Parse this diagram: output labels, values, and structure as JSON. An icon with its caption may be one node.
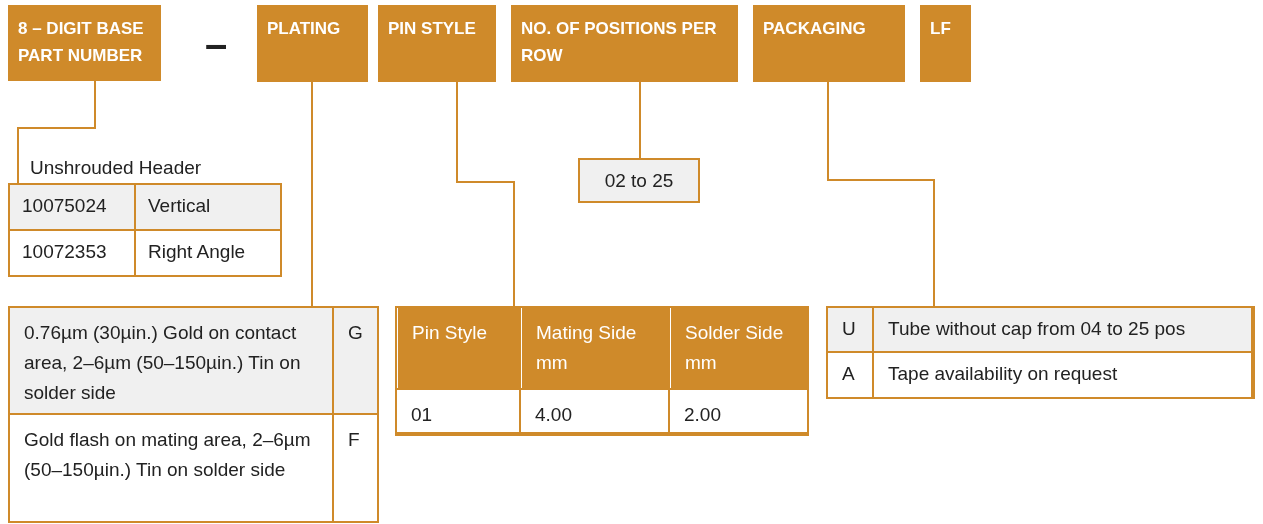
{
  "diagram": {
    "nodes": [
      {
        "text": [
          "8 – DIGIT BASE PART NUMBER"
        ]
      },
      {
        "text": [
          "PLATING"
        ]
      },
      {
        "text": [
          "PIN STYLE"
        ]
      },
      {
        "text": [
          "NO. OF POSITIONS PER ROW"
        ]
      },
      {
        "text": [
          "PACKAGING"
        ]
      },
      {
        "text": [
          "LF"
        ]
      },
      {
        "text": [
          "Unshrouded Header",
          "10075024",
          "Vertical",
          "10072353",
          "Right Angle"
        ]
      },
      {
        "text": [
          "0.76µm (30µin.) Gold on contact area, 2–6µm (50–150µin.) Tin on solder side",
          "G",
          "Gold flash on mating area, 2–6µm (50–150µin.) Tin on solder side",
          "F"
        ]
      },
      {
        "text": [
          "02 to 25"
        ]
      },
      {
        "text": [
          "Pin Style",
          "Mating Side mm",
          "Solder Side mm",
          "01",
          "4.00",
          "2.00"
        ]
      },
      {
        "text": [
          "U",
          "Tube without cap from 04 to 25 pos",
          "A",
          "Tape availability on request"
        ]
      }
    ],
    "edges": [
      {
        "from": 0,
        "to": 6,
        "arrow": "none"
      },
      {
        "from": 1,
        "to": 7,
        "arrow": "none"
      },
      {
        "from": 2,
        "to": 9,
        "arrow": "none"
      },
      {
        "from": 3,
        "to": 8,
        "arrow": "none"
      },
      {
        "from": 4,
        "to": 10,
        "arrow": "none"
      }
    ],
    "labels": [
      "–"
    ]
  }
}
